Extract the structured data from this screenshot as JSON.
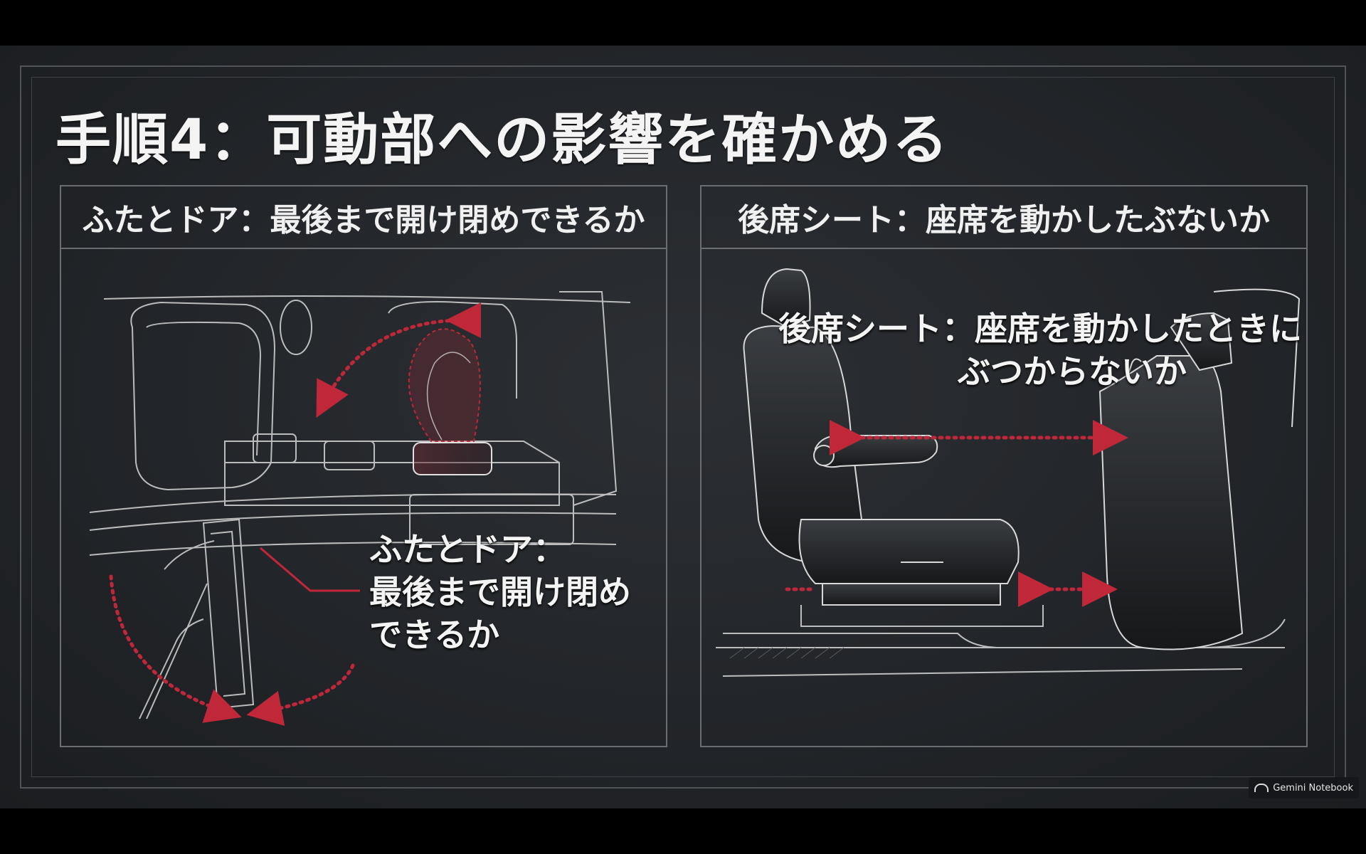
{
  "slide": {
    "title": "手順4：可動部への影響を確かめる"
  },
  "panels": [
    {
      "header": "ふたとドア：最後まで開け閉めできるか",
      "callout": [
        "ふたとドア：",
        "最後まで開け閉め",
        "できるか"
      ]
    },
    {
      "header": "後席シート：座席を動かしたぶないか",
      "callout": [
        "後席シート：座席を動かしたときに",
        "ぶつからないか"
      ]
    }
  ],
  "colors": {
    "background": "#23262a",
    "frame": "#6a6e73",
    "accent_red": "#c0283a",
    "sketch_line": "#d8d8d8"
  },
  "badge": {
    "icon": "gemini-arch-icon",
    "label": "Gemini Notebook"
  }
}
